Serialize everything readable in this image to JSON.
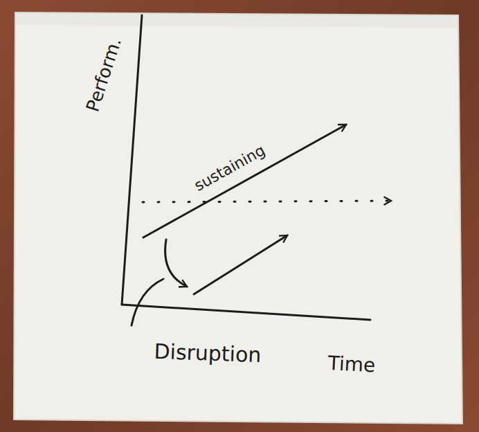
{
  "diagram": {
    "labels": [
      "Perform.",
      "sustaining",
      "Disruption",
      "Time"
    ]
  }
}
